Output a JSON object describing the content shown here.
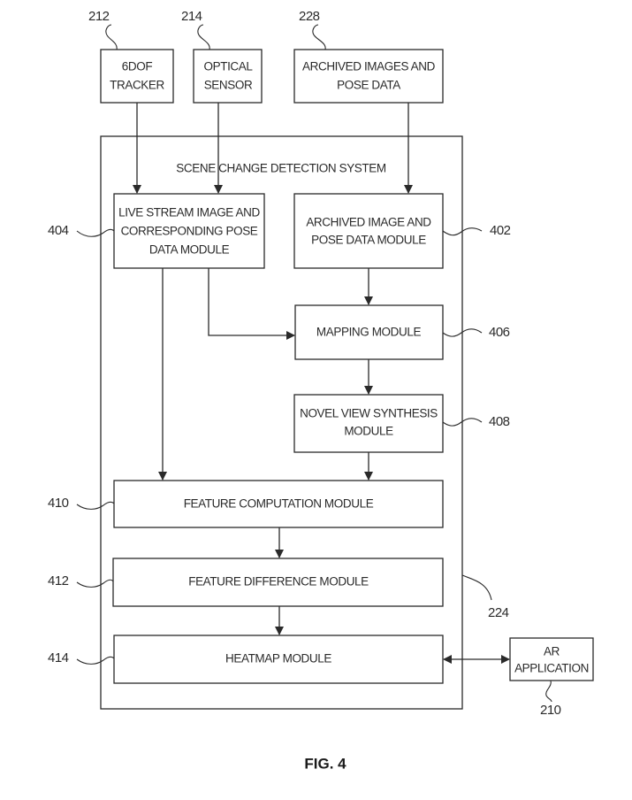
{
  "figure": {
    "caption": "FIG. 4",
    "system": {
      "ref": "224",
      "title": "SCENE CHANGE DETECTION SYSTEM"
    },
    "external": [
      {
        "id": "tracker",
        "ref": "212",
        "lines": [
          "6DOF",
          "TRACKER"
        ]
      },
      {
        "id": "optical",
        "ref": "214",
        "lines": [
          "OPTICAL",
          "SENSOR"
        ]
      },
      {
        "id": "archive",
        "ref": "228",
        "lines": [
          "ARCHIVED IMAGES AND",
          "POSE DATA"
        ]
      },
      {
        "id": "ar_app",
        "ref": "210",
        "lines": [
          "AR",
          "APPLICATION"
        ]
      }
    ],
    "modules": [
      {
        "id": "live",
        "ref": "404",
        "lines": [
          "LIVE STREAM IMAGE AND",
          "CORRESPONDING POSE",
          "DATA MODULE"
        ]
      },
      {
        "id": "archived",
        "ref": "402",
        "lines": [
          "ARCHIVED IMAGE AND",
          "POSE DATA MODULE"
        ]
      },
      {
        "id": "mapping",
        "ref": "406",
        "lines": [
          "MAPPING MODULE"
        ]
      },
      {
        "id": "nvs",
        "ref": "408",
        "lines": [
          "NOVEL VIEW SYNTHESIS",
          "MODULE"
        ]
      },
      {
        "id": "featcomp",
        "ref": "410",
        "lines": [
          "FEATURE COMPUTATION MODULE"
        ]
      },
      {
        "id": "featdiff",
        "ref": "412",
        "lines": [
          "FEATURE DIFFERENCE MODULE"
        ]
      },
      {
        "id": "heatmap",
        "ref": "414",
        "lines": [
          "HEATMAP MODULE"
        ]
      }
    ],
    "connections": [
      {
        "from": "tracker",
        "to": "live",
        "type": "arrow"
      },
      {
        "from": "optical",
        "to": "live",
        "type": "arrow"
      },
      {
        "from": "archive",
        "to": "archived",
        "type": "arrow"
      },
      {
        "from": "archived",
        "to": "mapping",
        "type": "arrow"
      },
      {
        "from": "live",
        "to": "mapping",
        "type": "arrow"
      },
      {
        "from": "mapping",
        "to": "nvs",
        "type": "arrow"
      },
      {
        "from": "live",
        "to": "featcomp",
        "type": "arrow"
      },
      {
        "from": "nvs",
        "to": "featcomp",
        "type": "arrow"
      },
      {
        "from": "featcomp",
        "to": "featdiff",
        "type": "arrow"
      },
      {
        "from": "featdiff",
        "to": "heatmap",
        "type": "arrow"
      },
      {
        "from": "heatmap",
        "to": "ar_app",
        "type": "bidirectional"
      }
    ]
  }
}
